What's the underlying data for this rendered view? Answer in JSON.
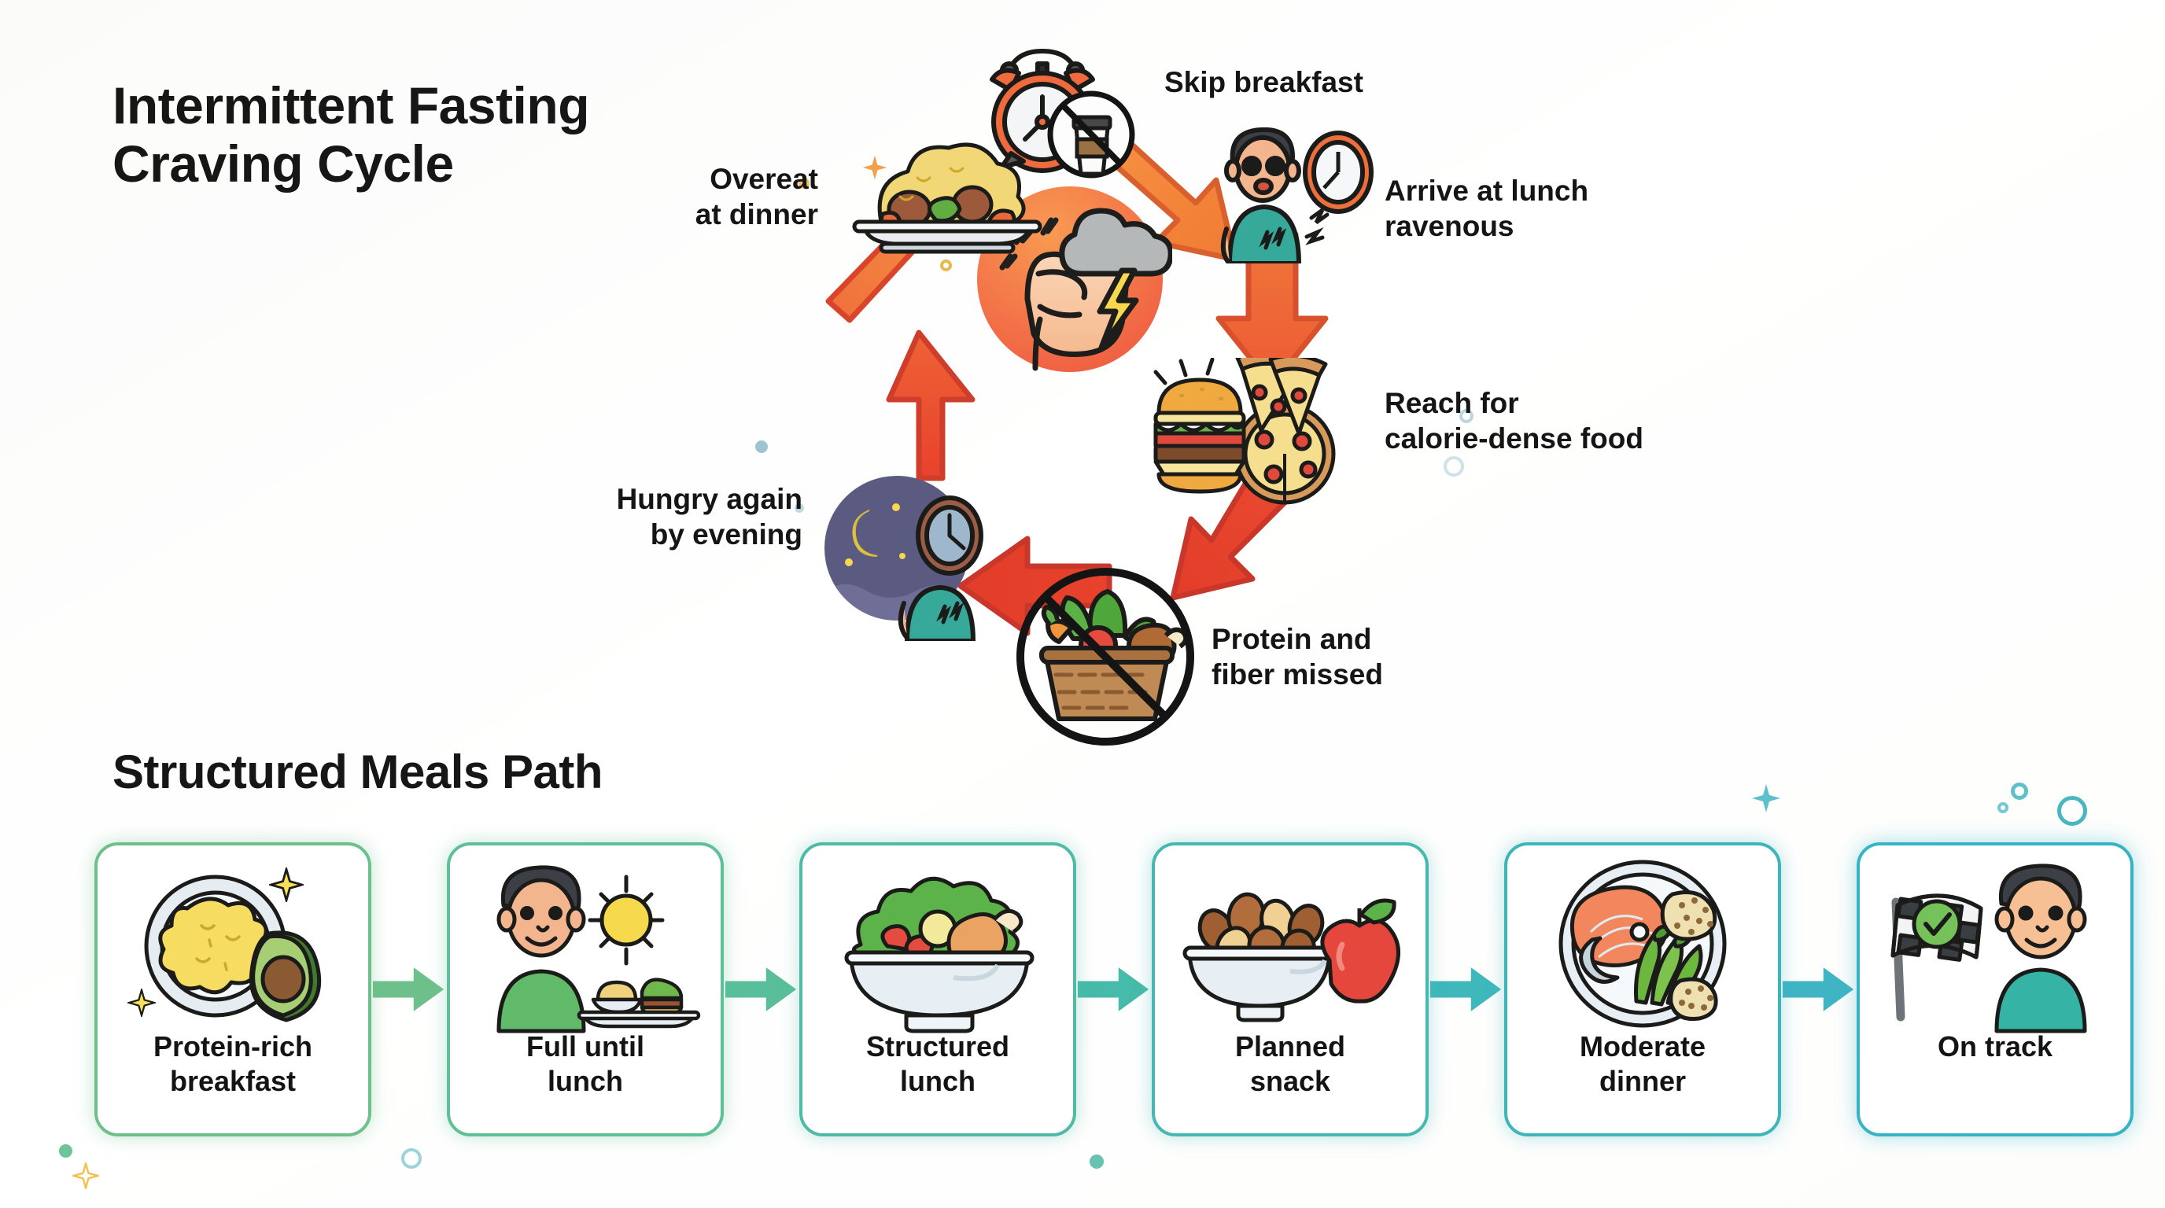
{
  "background_color": "#ffffff",
  "cycle_section": {
    "title": "Intermittent Fasting\nCraving Cycle",
    "center_icon": {
      "name": "hunger-storm-icon",
      "description": "clenched fist with storm cloud and lightning bolt",
      "circle_color_start": "#f6884a",
      "circle_color_end": "#ef5340"
    },
    "arrow_color_start": "#f4883c",
    "arrow_color_end": "#e8402c",
    "steps": [
      {
        "label": "Skip breakfast",
        "icon": "alarm-clock-no-coffee-icon",
        "position": "top"
      },
      {
        "label": "Arrive at lunch\nravenous",
        "icon": "hungry-person-clock-icon",
        "position": "top-right"
      },
      {
        "label": "Reach for\ncalorie-dense food",
        "icon": "burger-pizza-icon",
        "position": "bottom-right"
      },
      {
        "label": "Protein and\nfiber missed",
        "icon": "no-vegetable-basket-icon",
        "position": "bottom"
      },
      {
        "label": "Hungry again\nby evening",
        "icon": "night-moon-hungry-person-icon",
        "position": "bottom-left"
      },
      {
        "label": "Overeat\nat dinner",
        "icon": "overflowing-dinner-plate-icon",
        "position": "top-left"
      }
    ]
  },
  "path_section": {
    "title": "Structured Meals Path",
    "arrow_color_start": "#6ec08a",
    "arrow_color_end": "#3fb5c0",
    "cards": [
      {
        "label": "Protein-rich\nbreakfast",
        "icon": "eggs-avocado-plate-icon",
        "border_color": "#6ec08a"
      },
      {
        "label": "Full until\nlunch",
        "icon": "satisfied-person-sun-meal-icon",
        "border_color": "#5fbf97"
      },
      {
        "label": "Structured\nlunch",
        "icon": "salad-bowl-chicken-icon",
        "border_color": "#4fbaa5"
      },
      {
        "label": "Planned\nsnack",
        "icon": "nuts-bowl-apple-icon",
        "border_color": "#45b8af"
      },
      {
        "label": "Moderate\ndinner",
        "icon": "salmon-asparagus-plate-icon",
        "border_color": "#3eb6b9"
      },
      {
        "label": "On track",
        "icon": "checkered-flag-person-icon",
        "border_color": "#36b4c6"
      }
    ]
  }
}
